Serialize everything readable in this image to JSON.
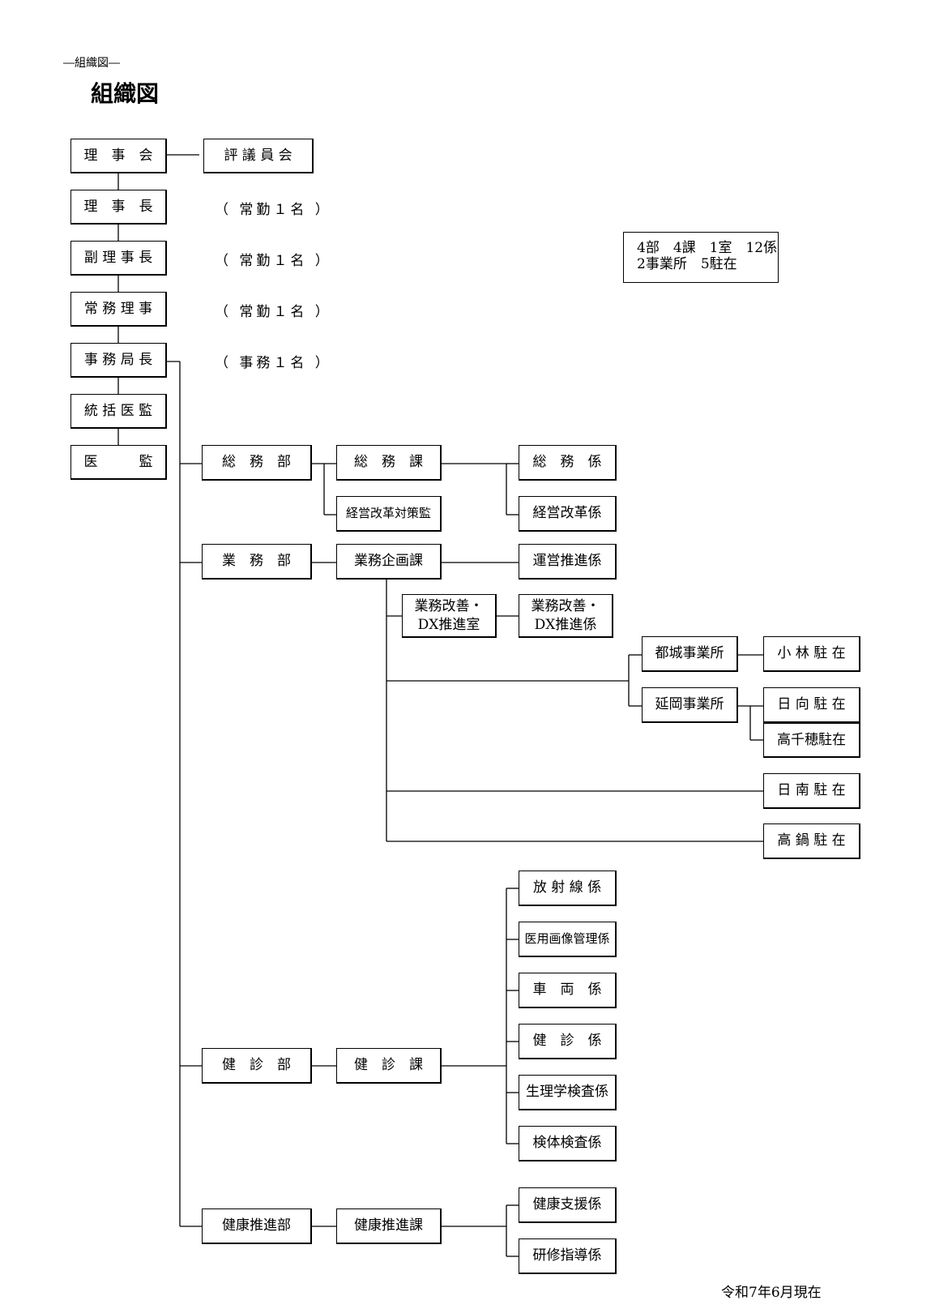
{
  "header": {
    "caption": "―組織図―",
    "title": "組織図"
  },
  "summary": "4部　4課　1室　12係\n2事業所　5駐在",
  "date": "令和7年6月現在",
  "executives": {
    "board": "理　事　会",
    "council": "評 議 員 会",
    "chairman": "理　事　長",
    "vice_chairman": "副 理 事 長",
    "executive_director": "常 務 理 事",
    "secretary_general": "事 務 局 長",
    "chief_medical": "統 括 医 監",
    "medical_supervisor": "医　　　監"
  },
  "notes": {
    "chairman": "（ 常勤１名 ）",
    "vice_chairman": "（ 常勤１名 ）",
    "executive_director": "（ 常勤１名 ）",
    "secretary_general": "（ 事務１名 ）"
  },
  "general_affairs": {
    "department": "総　務　部",
    "section": "総　務　課",
    "reform_officer": "経営改革対策監",
    "unit_general": "総　務　係",
    "unit_reform": "経営改革係"
  },
  "operations": {
    "department": "業　務　部",
    "section": "業務企画課",
    "unit_promotion": "運営推進係",
    "dx_office": "業務改善・\nDX推進室",
    "dx_unit": "業務改善・\nDX推進係",
    "office_miyakonojo": "都城事業所",
    "office_nobeoka": "延岡事業所",
    "post_kobayashi": "小 林 駐 在",
    "post_hyuga": "日 向 駐 在",
    "post_takachiho": "高千穂駐在",
    "post_nichinan": "日 南 駐 在",
    "post_takanabe": "高 鍋 駐 在"
  },
  "checkup": {
    "department": "健　診　部",
    "section": "健　診　課",
    "units": [
      "放 射 線 係",
      "医用画像管理係",
      "車　両　係",
      "健　診　係",
      "生理学検査係",
      "検体検査係"
    ]
  },
  "health_promotion": {
    "department": "健康推進部",
    "section": "健康推進課",
    "units": [
      "健康支援係",
      "研修指導係"
    ]
  }
}
